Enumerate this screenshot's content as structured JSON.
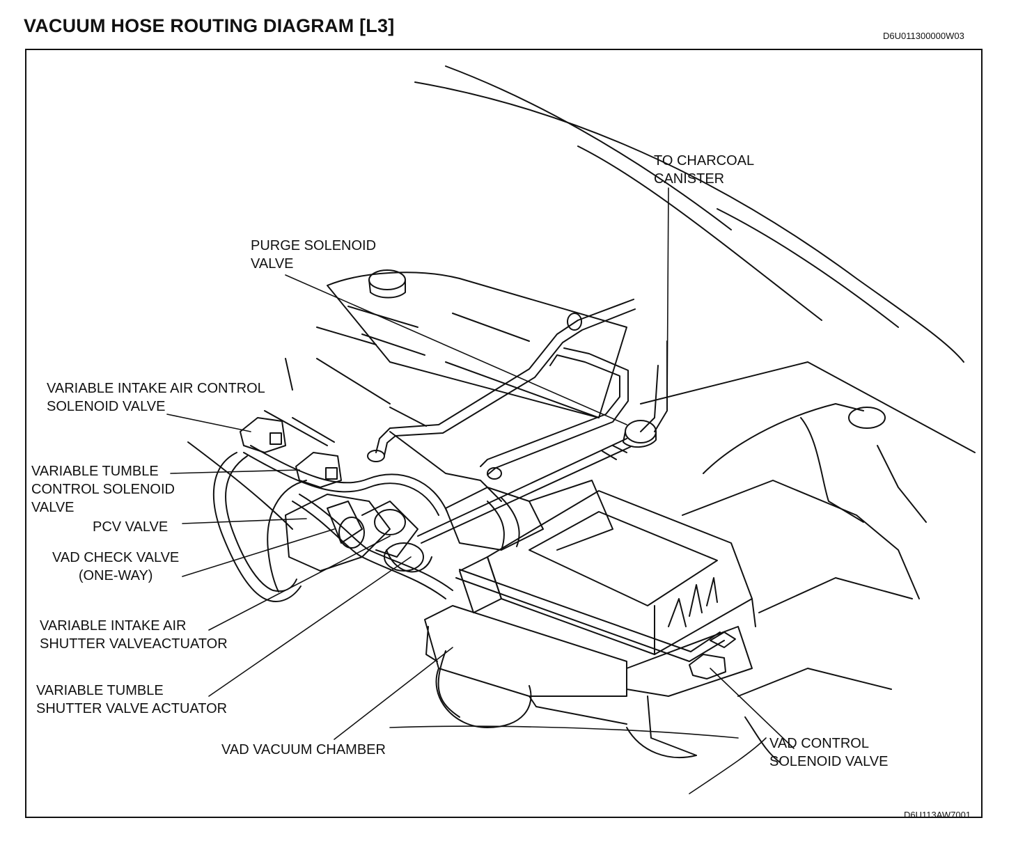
{
  "title": "VACUUM HOSE ROUTING DIAGRAM [L3]",
  "code_top": "D6U011300000W03",
  "code_bottom": "D6U113AW7001",
  "labels": {
    "charcoal_canister": "TO CHARCOAL\nCANISTER",
    "purge_solenoid": "PURGE SOLENOID\nVALVE",
    "variable_intake_solenoid": "VARIABLE INTAKE AIR CONTROL\nSOLENOID VALVE",
    "variable_tumble_solenoid": "VARIABLE TUMBLE\nCONTROL SOLENOID\nVALVE",
    "pcv_valve": "PCV VALVE",
    "vad_check_valve": "VAD CHECK VALVE\n(ONE-WAY)",
    "intake_shutter_actuator": "VARIABLE INTAKE AIR\nSHUTTER VALVEACTUATOR",
    "tumble_shutter_actuator": "VARIABLE TUMBLE\nSHUTTER VALVE ACTUATOR",
    "vad_vacuum_chamber": "VAD VACUUM CHAMBER",
    "vad_control_solenoid": "VAD CONTROL\nSOLENOID VALVE"
  }
}
